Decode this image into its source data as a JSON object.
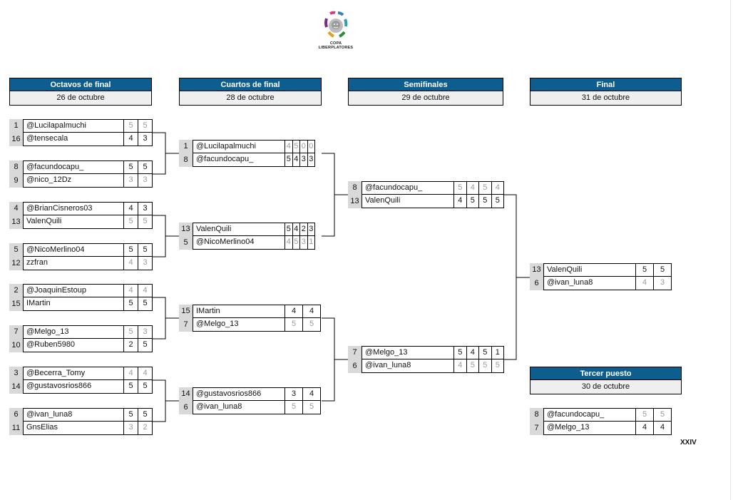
{
  "logo": {
    "line1": "COPA",
    "line2": "LIBERPLATORES"
  },
  "footer": {
    "mark": "XXIV"
  },
  "rounds": [
    {
      "title": "Octavos de final",
      "date": "26 de octubre"
    },
    {
      "title": "Cuartos de final",
      "date": "28 de octubre"
    },
    {
      "title": "Semifinales",
      "date": "29 de octubre"
    },
    {
      "title": "Final",
      "date": "31 de octubre"
    },
    {
      "title": "Tercer puesto",
      "date": "30 de octubre"
    }
  ],
  "matches": {
    "r16": [
      {
        "teams": [
          {
            "seed": "1",
            "name": "@Lucilapalmuchi",
            "scores": [
              "5",
              "5"
            ],
            "lost": true
          },
          {
            "seed": "16",
            "name": "@tensecala",
            "scores": [
              "4",
              "3"
            ],
            "lost": false
          }
        ]
      },
      {
        "teams": [
          {
            "seed": "8",
            "name": "@facundocapu_",
            "scores": [
              "5",
              "5"
            ],
            "lost": false
          },
          {
            "seed": "9",
            "name": "@nico_12Dz",
            "scores": [
              "3",
              "3"
            ],
            "lost": true
          }
        ]
      },
      {
        "teams": [
          {
            "seed": "4",
            "name": "@BrianCisneros03",
            "scores": [
              "4",
              "3"
            ],
            "lost": false
          },
          {
            "seed": "13",
            "name": "ValenQuili",
            "scores": [
              "5",
              "5"
            ],
            "lost": true
          }
        ]
      },
      {
        "teams": [
          {
            "seed": "5",
            "name": "@NicoMerlino04",
            "scores": [
              "5",
              "5"
            ],
            "lost": false
          },
          {
            "seed": "12",
            "name": "zzfran",
            "scores": [
              "4",
              "3"
            ],
            "lost": true
          }
        ]
      },
      {
        "teams": [
          {
            "seed": "2",
            "name": "@JoaquinEstoup",
            "scores": [
              "4",
              "4"
            ],
            "lost": true
          },
          {
            "seed": "15",
            "name": "IMartin",
            "scores": [
              "5",
              "5"
            ],
            "lost": false
          }
        ]
      },
      {
        "teams": [
          {
            "seed": "7",
            "name": "@Melgo_13",
            "scores": [
              "5",
              "3"
            ],
            "lost": true
          },
          {
            "seed": "10",
            "name": "@Ruben5980",
            "scores": [
              "2",
              "5"
            ],
            "lost": false
          }
        ]
      },
      {
        "teams": [
          {
            "seed": "3",
            "name": "@Becerra_Tomy",
            "scores": [
              "4",
              "4"
            ],
            "lost": true
          },
          {
            "seed": "14",
            "name": "@gustavosrios866",
            "scores": [
              "5",
              "5"
            ],
            "lost": false
          }
        ]
      },
      {
        "teams": [
          {
            "seed": "6",
            "name": "@ivan_luna8",
            "scores": [
              "5",
              "5"
            ],
            "lost": false
          },
          {
            "seed": "11",
            "name": "GnsElias",
            "scores": [
              "3",
              "2"
            ],
            "lost": true
          }
        ]
      }
    ],
    "qf": [
      {
        "teams": [
          {
            "seed": "1",
            "name": "@Lucilapalmuchi",
            "scores": [
              "4",
              "5",
              "0",
              "0"
            ],
            "lost": true
          },
          {
            "seed": "8",
            "name": "@facundocapu_",
            "scores": [
              "5",
              "4",
              "3",
              "3"
            ],
            "lost": false
          }
        ]
      },
      {
        "teams": [
          {
            "seed": "13",
            "name": "ValenQuili",
            "scores": [
              "5",
              "4",
              "2",
              "3"
            ],
            "lost": false
          },
          {
            "seed": "5",
            "name": "@NicoMerlino04",
            "scores": [
              "4",
              "5",
              "3",
              "1"
            ],
            "lost": true
          }
        ]
      },
      {
        "teams": [
          {
            "seed": "15",
            "name": "IMartin",
            "scores": [
              "4",
              "4"
            ],
            "lost": false
          },
          {
            "seed": "7",
            "name": "@Melgo_13",
            "scores": [
              "5",
              "5"
            ],
            "lost": true
          }
        ]
      },
      {
        "teams": [
          {
            "seed": "14",
            "name": "@gustavosrios866",
            "scores": [
              "3",
              "4"
            ],
            "lost": false
          },
          {
            "seed": "6",
            "name": "@ivan_luna8",
            "scores": [
              "5",
              "5"
            ],
            "lost": true
          }
        ]
      }
    ],
    "sf": [
      {
        "teams": [
          {
            "seed": "8",
            "name": "@facundocapu_",
            "scores": [
              "5",
              "4",
              "5",
              "4"
            ],
            "lost": true
          },
          {
            "seed": "13",
            "name": "ValenQuili",
            "scores": [
              "4",
              "5",
              "5",
              "5"
            ],
            "lost": false
          }
        ]
      },
      {
        "teams": [
          {
            "seed": "7",
            "name": "@Melgo_13",
            "scores": [
              "5",
              "4",
              "5",
              "1"
            ],
            "lost": false
          },
          {
            "seed": "6",
            "name": "@ivan_luna8",
            "scores": [
              "4",
              "5",
              "5",
              "5"
            ],
            "lost": true
          }
        ]
      }
    ],
    "final": [
      {
        "teams": [
          {
            "seed": "13",
            "name": "ValenQuili",
            "scores": [
              "5",
              "5"
            ],
            "lost": false
          },
          {
            "seed": "6",
            "name": "@ivan_luna8",
            "scores": [
              "4",
              "3"
            ],
            "lost": true
          }
        ]
      }
    ],
    "third": [
      {
        "teams": [
          {
            "seed": "8",
            "name": "@facundocapu_",
            "scores": [
              "5",
              "5"
            ],
            "lost": true
          },
          {
            "seed": "7",
            "name": "@Melgo_13",
            "scores": [
              "4",
              "4"
            ],
            "lost": false
          }
        ]
      }
    ]
  }
}
